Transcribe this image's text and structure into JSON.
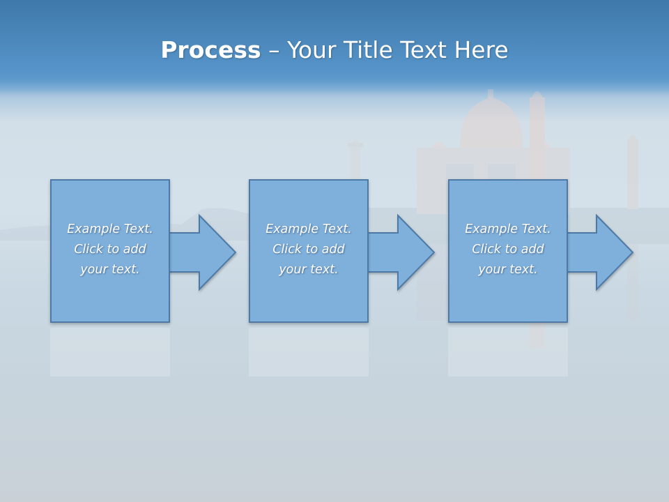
{
  "slide": {
    "title_bold": "Process",
    "title_rest": " – Your Title Text Here",
    "background_image": "taj-mahal-reflection-photo"
  },
  "colors": {
    "box_fill": "#7fb0db",
    "box_border": "#4d79a6",
    "arrow_fill": "#7fb0db",
    "title_band": "#5593c8"
  },
  "steps": [
    {
      "line1": "Example Text.",
      "line2": "Click  to add",
      "line3": "your text."
    },
    {
      "line1": "Example Text.",
      "line2": "Click  to add",
      "line3": "your text."
    },
    {
      "line1": "Example Text.",
      "line2": "Click  to add",
      "line3": "your text."
    }
  ]
}
